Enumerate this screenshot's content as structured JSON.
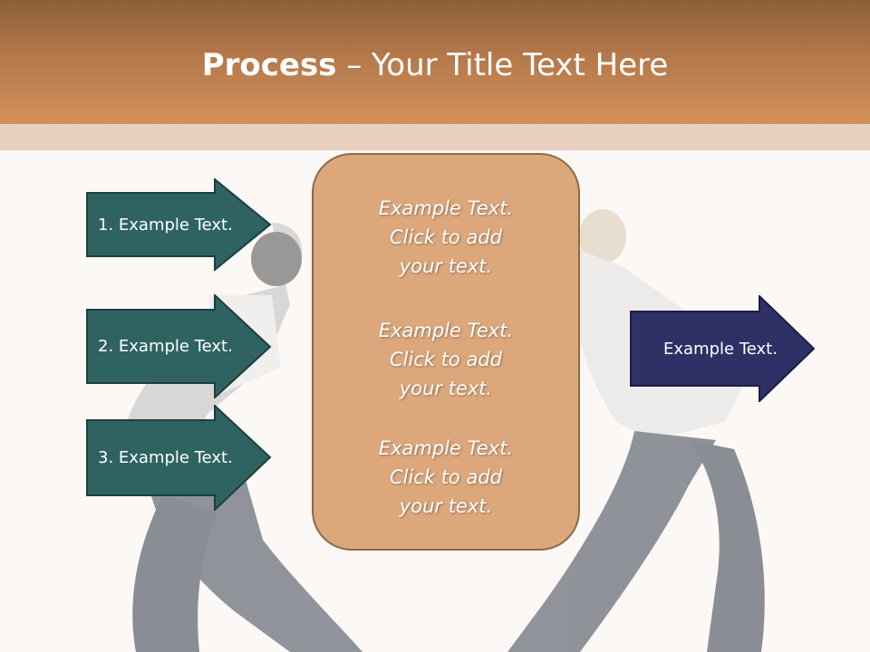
{
  "title": {
    "bold": "Process",
    "rest": " – Your Title Text Here"
  },
  "left_arrows": [
    {
      "label": "1. Example Text."
    },
    {
      "label": "2. Example Text."
    },
    {
      "label": "3. Example Text."
    }
  ],
  "center_blocks": [
    {
      "lines": [
        "Example Text.",
        "Click  to add",
        "your text."
      ]
    },
    {
      "lines": [
        "Example Text.",
        "Click  to add",
        "your text."
      ]
    },
    {
      "lines": [
        "Example Text.",
        "Click  to add",
        "your text."
      ]
    }
  ],
  "right_arrow": {
    "label": "Example Text."
  },
  "colors": {
    "header_top": "#8c6038",
    "header_bottom": "#d0915c",
    "band": "#e8d0c0",
    "teal_arrow": "#2e6362",
    "navy_arrow": "#2e3066",
    "center_box": "#dba77b"
  },
  "background_image": "two-jumping-dancers-photo"
}
